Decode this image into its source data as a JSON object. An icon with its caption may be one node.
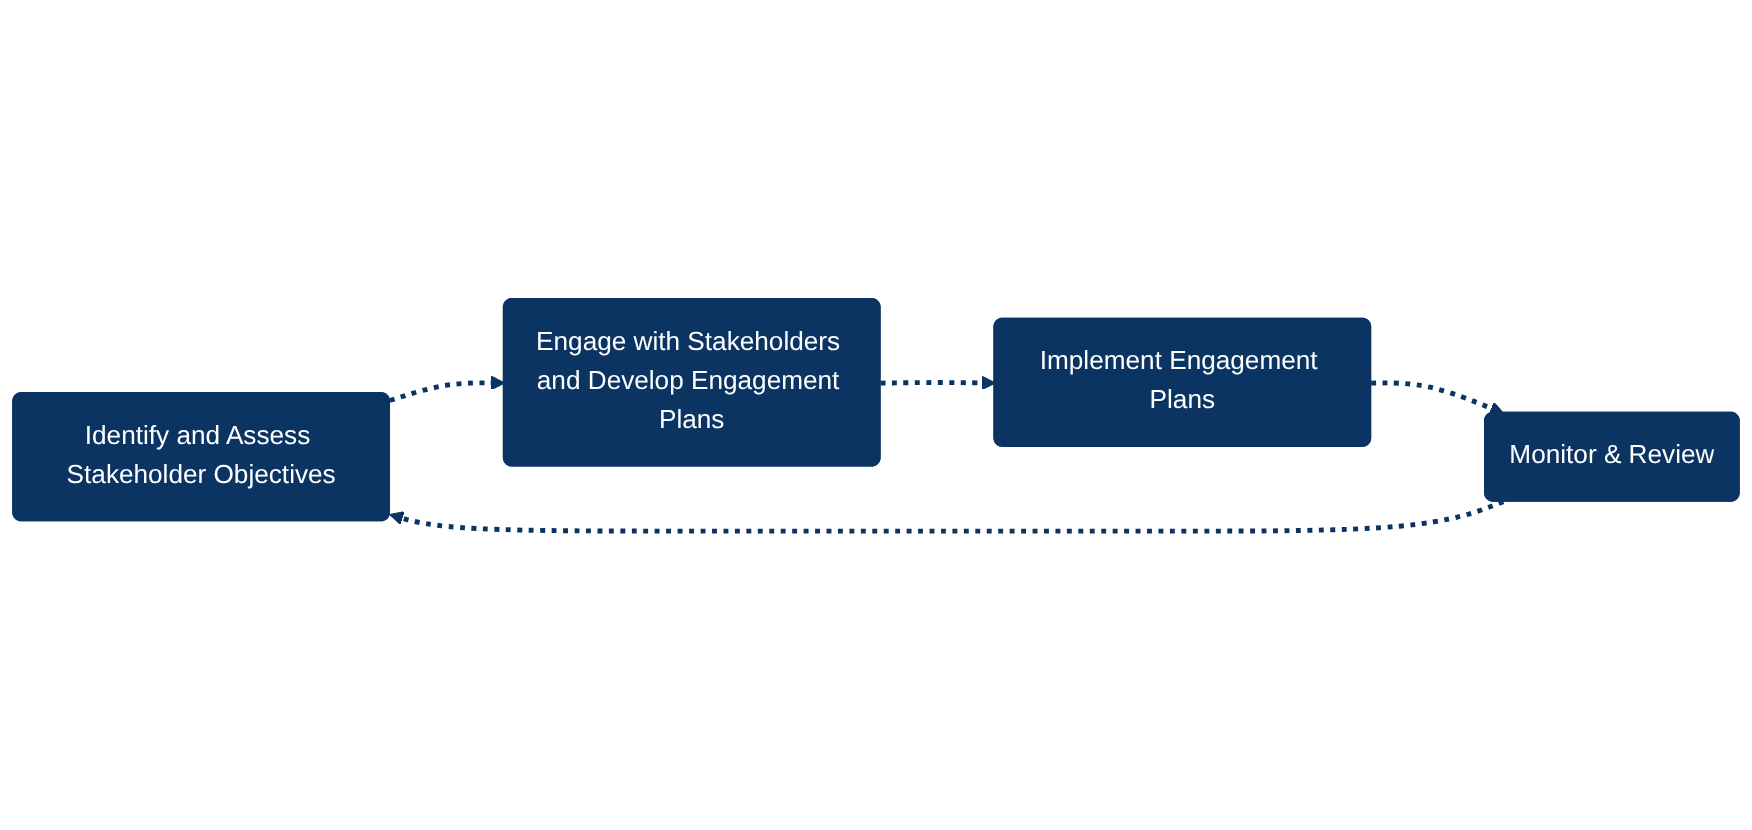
{
  "diagram": {
    "nodes": [
      {
        "text": [
          "Identify and Assess Stakeholder Objectives"
        ]
      },
      {
        "text": [
          "Engage with Stakeholders and Develop Engagement Plans"
        ]
      },
      {
        "text": [
          "Implement Engagement Plans"
        ]
      },
      {
        "text": [
          "Monitor & Review"
        ]
      }
    ],
    "edges": [
      {
        "from": 0,
        "to": 1,
        "arrow": "to",
        "style": "dashed"
      },
      {
        "from": 1,
        "to": 2,
        "arrow": "to",
        "style": "dashed"
      },
      {
        "from": 2,
        "to": 3,
        "arrow": "to",
        "style": "dashed"
      },
      {
        "from": 3,
        "to": 0,
        "arrow": "to",
        "style": "dashed"
      }
    ]
  }
}
